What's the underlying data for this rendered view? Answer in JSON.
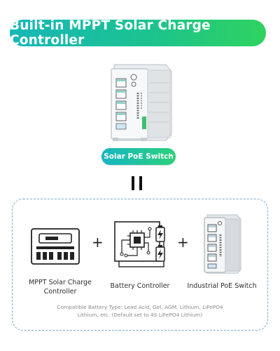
{
  "header": {
    "title": "Built-in MPPT Solar Charge Controller"
  },
  "product": {
    "badge": "Solar PoE Switch"
  },
  "equals_symbol": "||",
  "components": [
    {
      "label_line1": "MPPT Solar Charge",
      "label_line2": "Controller"
    },
    {
      "label_line1": "Battery Controller"
    },
    {
      "label_line1": "Industrial PoE Switch"
    }
  ],
  "plus_symbol": "+",
  "footnote": {
    "line1": "Compatible Battery Type: Lead Acid, Gel, AGM, Lithium, LiFePO4",
    "line2": "Lithium, etc. (Default set to 4S LiFePO4 Lithium)"
  },
  "colors": {
    "banner_gradient": [
      "#16b7b8",
      "#1cc38e",
      "#2fd35f"
    ],
    "pill_gradient": [
      "#17b5c2",
      "#2cd17a"
    ],
    "dashed_border": "#7aa8cf",
    "icon_stroke": "#222222"
  }
}
